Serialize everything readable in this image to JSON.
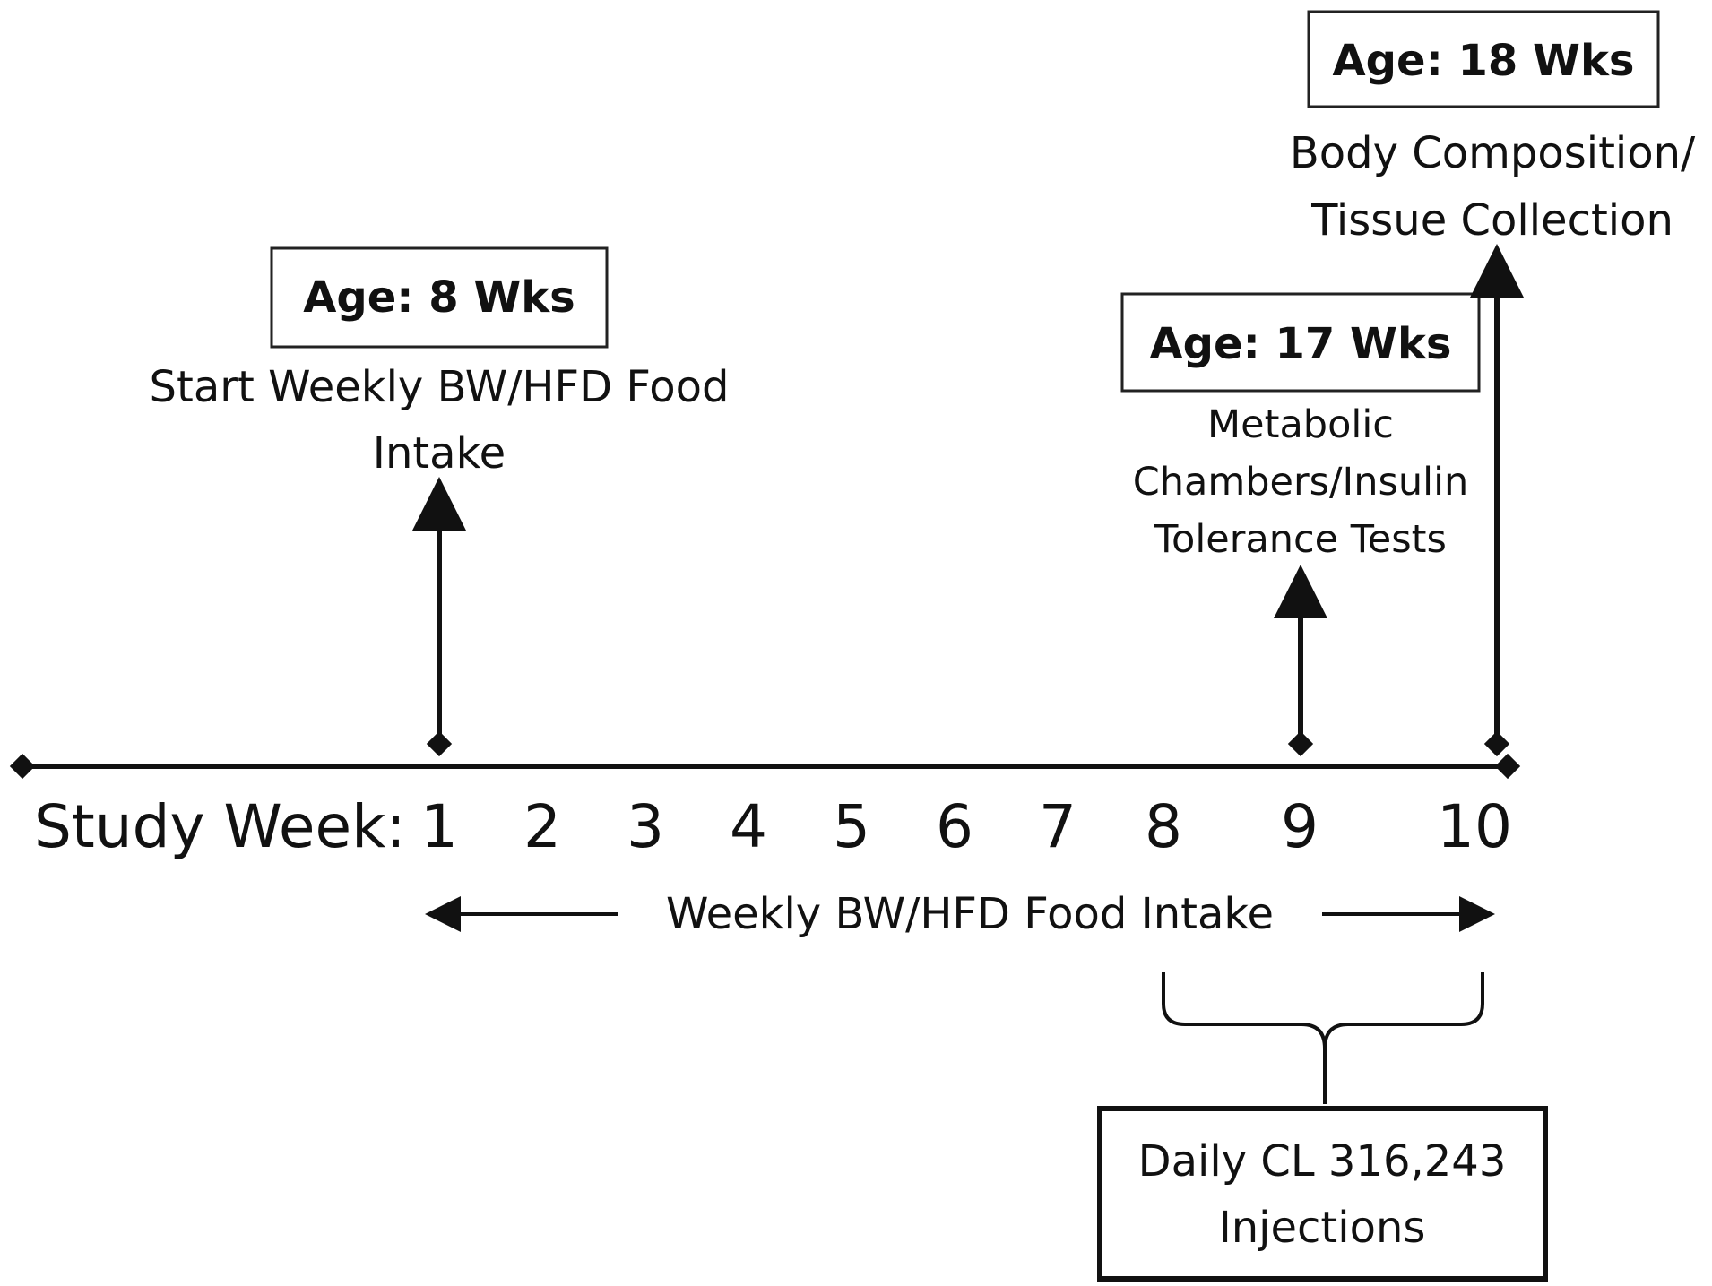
{
  "timeline": {
    "label": "Study Week:",
    "weeks": [
      "1",
      "2",
      "3",
      "4",
      "5",
      "6",
      "7",
      "8",
      "9",
      "10"
    ]
  },
  "events": [
    {
      "age": "Age: 8 Wks",
      "lines": [
        "Start Weekly BW/HFD Food",
        "Intake"
      ]
    },
    {
      "age": "Age: 17 Wks",
      "lines": [
        "Metabolic",
        "Chambers/Insulin",
        "Tolerance Tests"
      ]
    },
    {
      "age": "Age: 18 Wks",
      "lines": [
        "Body Composition/",
        "Tissue Collection"
      ]
    }
  ],
  "span_label": "Weekly BW/HFD Food Intake",
  "injection_box": {
    "lines": [
      "Daily CL 316,243",
      "Injections"
    ]
  },
  "colors": {
    "ink": "#111111",
    "background": "#ffffff"
  }
}
